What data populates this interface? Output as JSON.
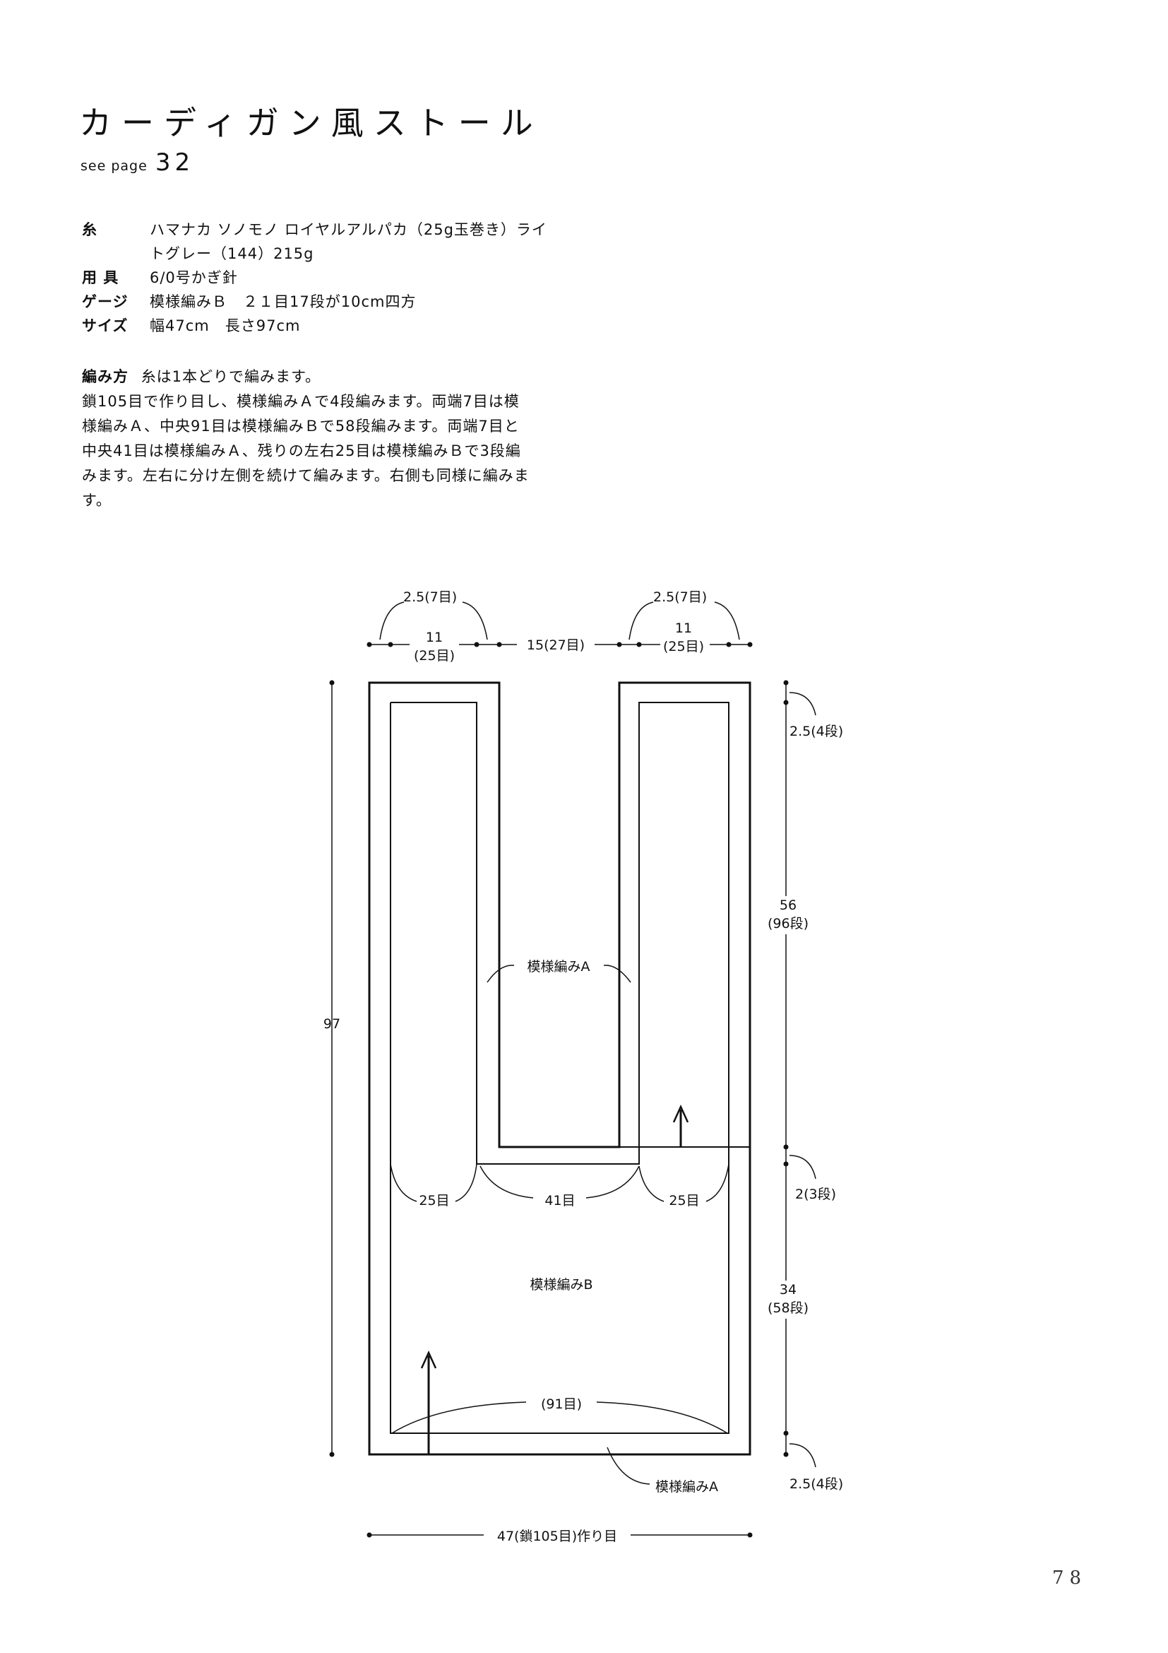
{
  "title": "カーディガン風ストール",
  "see_page": {
    "label": "see page",
    "number": "32"
  },
  "specs": {
    "yarn": {
      "label": "糸",
      "line1": "ハマナカ ソノモノ ロイヤルアルパカ（25g玉巻き）ライ",
      "line2": "トグレー（144）215g"
    },
    "tool": {
      "label": "用 具",
      "value": "6/0号かぎ針"
    },
    "gauge": {
      "label": "ゲージ",
      "value": "模様編みＢ　２１目17段が10cm四方"
    },
    "size": {
      "label": "サイズ",
      "value": "幅47cm　長さ97cm"
    }
  },
  "method": {
    "label": "編み方",
    "first": "糸は1本どりで編みます。",
    "lines": [
      "鎖105目で作り目し、模様編みＡで4段編みます。両端7目は模",
      "様編みＡ、中央91目は模様編みＢで58段編みます。両端7目と",
      "中央41目は模様編みＡ、残りの左右25目は模様編みＢで3段編",
      "みます。左右に分け左側を続けて編みます。右側も同様に編みま",
      "す。"
    ]
  },
  "diagram": {
    "top_left_border": "2.5(7目)",
    "top_right_border": "2.5(7目)",
    "top_left_width": "11",
    "top_left_stitches": "(25目)",
    "top_center_gap": "15(27目)",
    "top_right_width": "11",
    "top_right_stitches": "(25目)",
    "top_rows": "2.5(4段)",
    "upper_length": "56",
    "upper_rows": "(96段)",
    "total_length": "97",
    "pattern_a_center": "模様編みA",
    "split_rows": "2(3段)",
    "left_stitches": "25目",
    "center_stitches": "41目",
    "right_stitches": "25目",
    "pattern_b": "模様編みB",
    "lower_length": "34",
    "lower_rows": "(58段)",
    "bottom_stitches": "(91目)",
    "pattern_a_bottom": "模様編みA",
    "bottom_rows": "2.5(4段)",
    "foundation": "47(鎖105目)作り目"
  },
  "page_number": "78"
}
